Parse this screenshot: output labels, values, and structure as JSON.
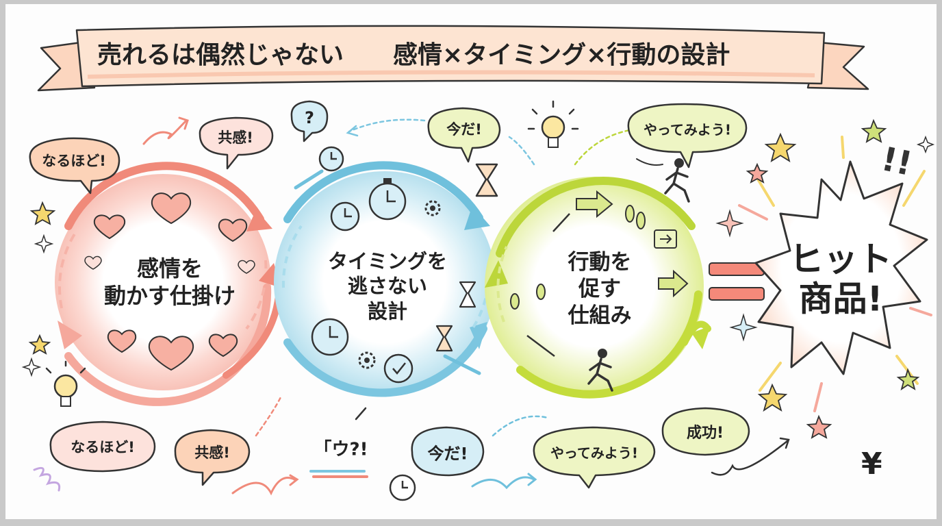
{
  "banner": {
    "title_left": "売れるは偶然じゃない",
    "title_right": "感情×タイミング×行動の設計"
  },
  "cycles": [
    {
      "line1": "感情を",
      "line2": "動かす仕掛け",
      "color": "#f08a7a"
    },
    {
      "line1": "タイミングを",
      "line2": "逃さない",
      "line3": "設計",
      "color": "#7cc6e0"
    },
    {
      "line1": "行動を",
      "line2": "促す",
      "line3": "仕組み",
      "color": "#c4dc3c"
    }
  ],
  "bubbles": {
    "naruhodo_top": "なるほど!",
    "kyoukan_top": "共感!",
    "question": "?",
    "imada_top": "今だ!",
    "yattemiyou_top": "やってみよう!",
    "naruhodo_bottom": "なるほど!",
    "kyoukan_bottom": "共感!",
    "hmm": "「ウ?!",
    "imada_bottom": "今だ!",
    "yattemiyou_bottom": "やってみよう!",
    "seikou": "成功!"
  },
  "result": {
    "line1": "ヒット",
    "line2": "商品!",
    "exclaim": "!!",
    "yen": "¥"
  },
  "colors": {
    "pink": "#f5a89c",
    "blue": "#9fd4e6",
    "green": "#d8e86a",
    "banner": "#fde2cf",
    "equals": "#f4897a",
    "star": "#f5d76e"
  }
}
